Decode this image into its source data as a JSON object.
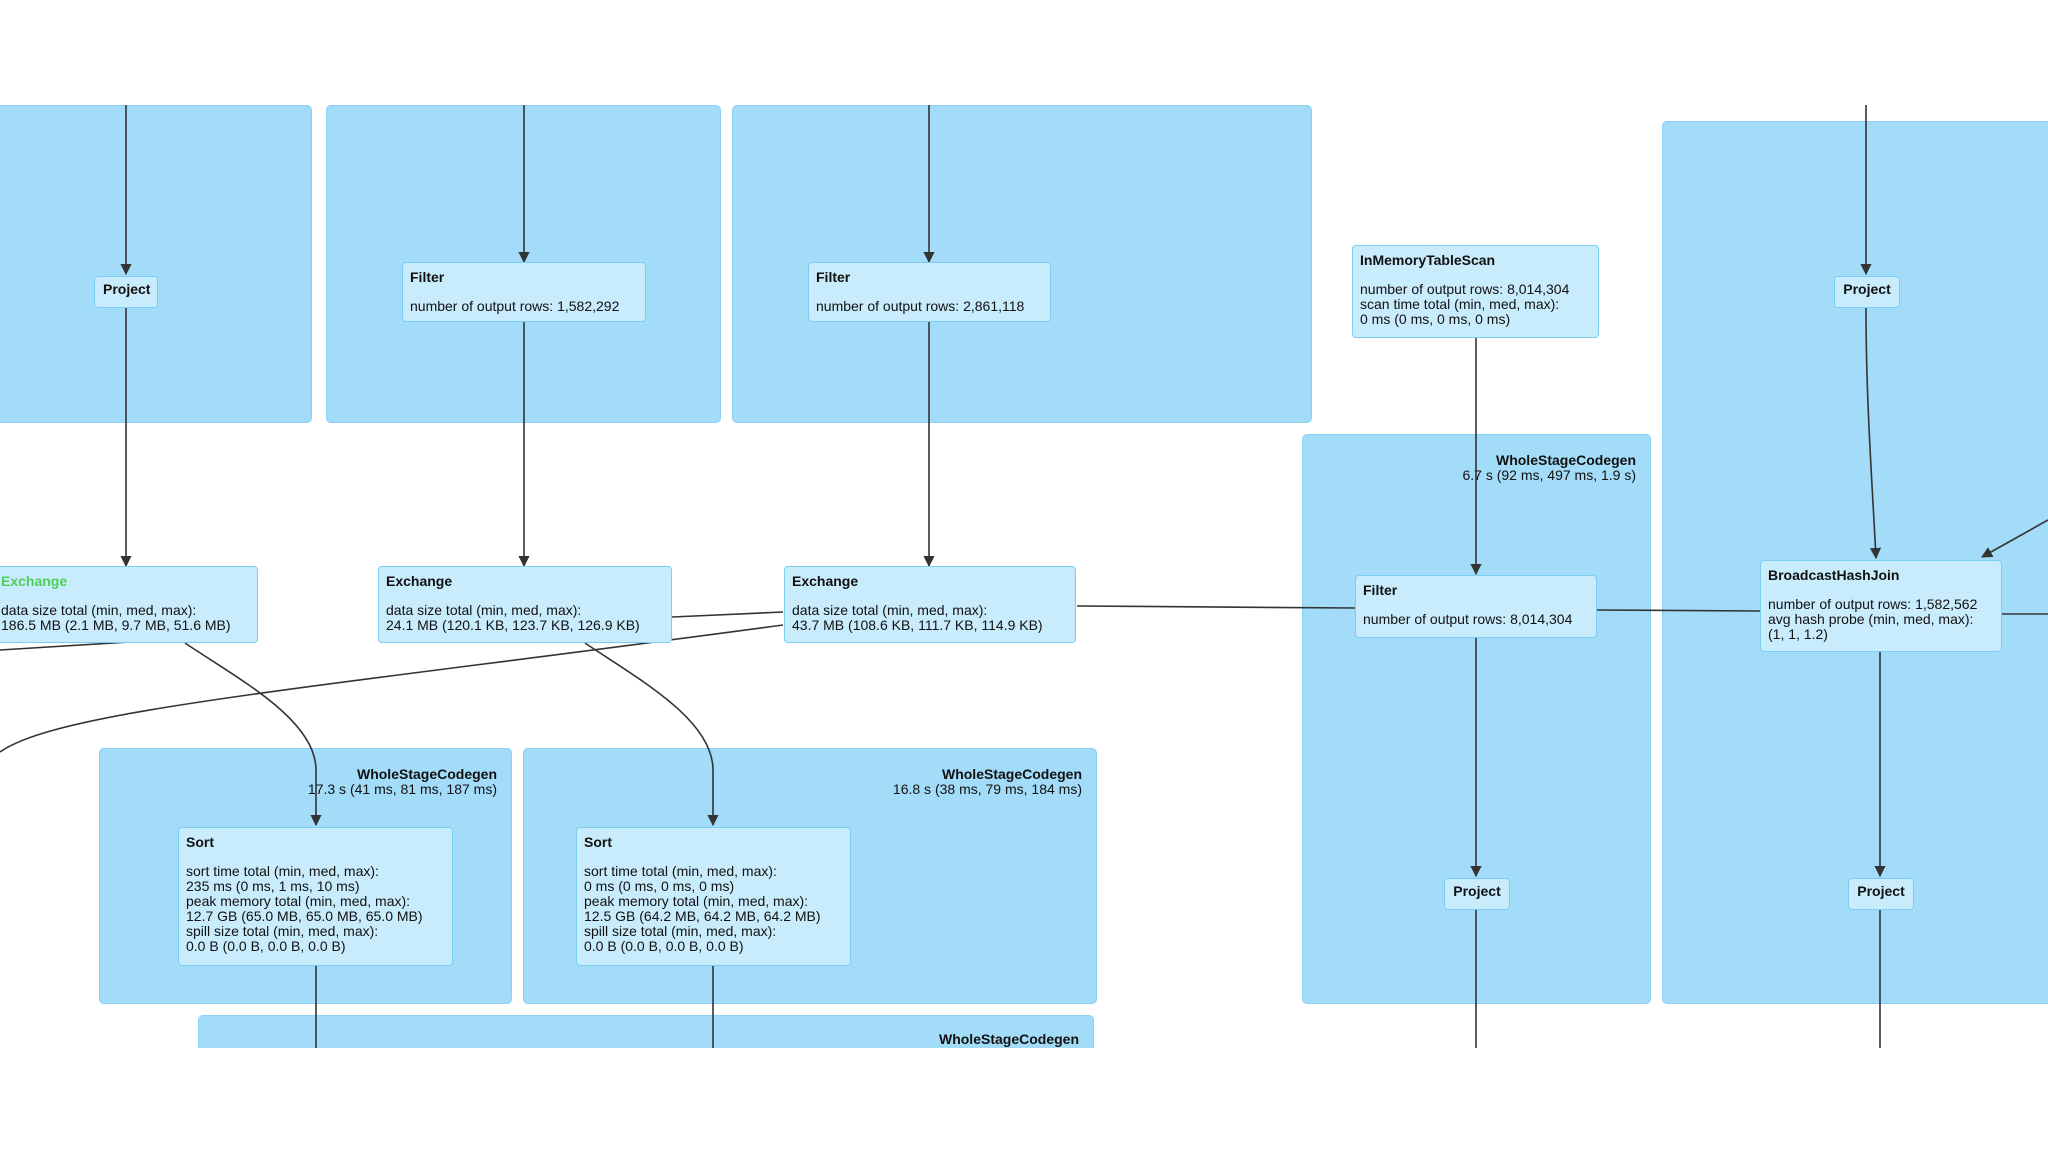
{
  "clusters": [
    {
      "id": "c0",
      "label": "",
      "detail": ""
    },
    {
      "id": "c1",
      "label": "",
      "detail": ""
    },
    {
      "id": "c2",
      "label": "",
      "detail": ""
    },
    {
      "id": "c3",
      "label": "WholeStageCodegen",
      "detail": "6.7 s (92 ms, 497 ms, 1.9 s)"
    },
    {
      "id": "c4",
      "label": "",
      "detail": ""
    },
    {
      "id": "c5",
      "label": "WholeStageCodegen",
      "detail": "17.3 s (41 ms, 81 ms, 187 ms)"
    },
    {
      "id": "c6",
      "label": "WholeStageCodegen",
      "detail": "16.8 s (38 ms, 79 ms, 184 ms)"
    },
    {
      "id": "c7",
      "label": "WholeStageCodegen",
      "detail": ""
    }
  ],
  "nodes": {
    "project_a": {
      "title": "Project"
    },
    "filter_a": {
      "title": "Filter",
      "metrics": [
        "number of output rows: 1,582,292"
      ]
    },
    "filter_b": {
      "title": "Filter",
      "metrics": [
        "number of output rows: 2,861,118"
      ]
    },
    "inmemory": {
      "title": "InMemoryTableScan",
      "metrics": [
        "number of output rows: 8,014,304",
        "scan time total (min, med, max):",
        "0 ms (0 ms, 0 ms, 0 ms)"
      ]
    },
    "project_b": {
      "title": "Project"
    },
    "exchange_a": {
      "title": "Exchange",
      "metrics": [
        "data size total (min, med, max):",
        "186.5 MB (2.1 MB, 9.7 MB, 51.6 MB)"
      ]
    },
    "exchange_b": {
      "title": "Exchange",
      "metrics": [
        "data size total (min, med, max):",
        "24.1 MB (120.1 KB, 123.7 KB, 126.9 KB)"
      ]
    },
    "exchange_c": {
      "title": "Exchange",
      "metrics": [
        "data size total (min, med, max):",
        "43.7 MB (108.6 KB, 111.7 KB, 114.9 KB)"
      ]
    },
    "filter_c": {
      "title": "Filter",
      "metrics": [
        "number of output rows: 8,014,304"
      ]
    },
    "bhj": {
      "title": "BroadcastHashJoin",
      "metrics": [
        "number of output rows: 1,582,562",
        "avg hash probe (min, med, max):",
        "(1, 1, 1.2)"
      ]
    },
    "sort_a": {
      "title": "Sort",
      "metrics": [
        "sort time total (min, med, max):",
        "235 ms (0 ms, 1 ms, 10 ms)",
        "peak memory total (min, med, max):",
        "12.7 GB (65.0 MB, 65.0 MB, 65.0 MB)",
        "spill size total (min, med, max):",
        "0.0 B (0.0 B, 0.0 B, 0.0 B)"
      ]
    },
    "sort_b": {
      "title": "Sort",
      "metrics": [
        "sort time total (min, med, max):",
        "0 ms (0 ms, 0 ms, 0 ms)",
        "peak memory total (min, med, max):",
        "12.5 GB (64.2 MB, 64.2 MB, 64.2 MB)",
        "spill size total (min, med, max):",
        "0.0 B (0.0 B, 0.0 B, 0.0 B)"
      ]
    },
    "project_c": {
      "title": "Project"
    },
    "project_d": {
      "title": "Project"
    }
  },
  "colors": {
    "cluster": "#a3dcf9",
    "node": "#c9ecfd",
    "edge": "#333333",
    "highlight": "#4fcf59"
  }
}
